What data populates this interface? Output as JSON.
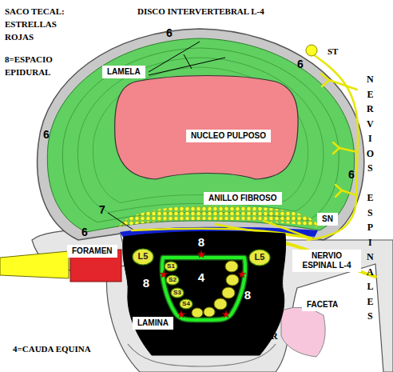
{
  "diagram": {
    "nodes": [
      {
        "text": [
          "NUCLEO PULPOSO"
        ]
      },
      {
        "text": [
          "8",
          "8",
          "8"
        ]
      },
      {
        "text": [
          "4"
        ],
        "in": 1
      },
      {
        "text": [
          "L5"
        ],
        "in": 1
      },
      {
        "text": [
          "L5"
        ],
        "in": 1
      },
      {
        "text": [
          "S1"
        ],
        "in": 2
      },
      {
        "text": [
          "S2"
        ],
        "in": 2
      },
      {
        "text": [
          "S3"
        ],
        "in": 2
      },
      {
        "text": [
          "S4"
        ],
        "in": 2
      }
    ],
    "labels": [
      "SACO TECAL: ESTRELLAS ROJAS",
      "DISCO INTERVERTEBRAL L-4",
      "8=ESPACIO EPIDURAL",
      "6",
      "LAMELA",
      "ST",
      "6",
      "6",
      "NERVIOS ESPINALES",
      "6",
      "ANILLO FIBROSO",
      "7",
      "SN",
      "6",
      "FORAMEN",
      "NERVIO ESPINAL L-4",
      "FACETA",
      "PAR",
      "LAMINA",
      "4=CAUDA EQUINA"
    ]
  }
}
